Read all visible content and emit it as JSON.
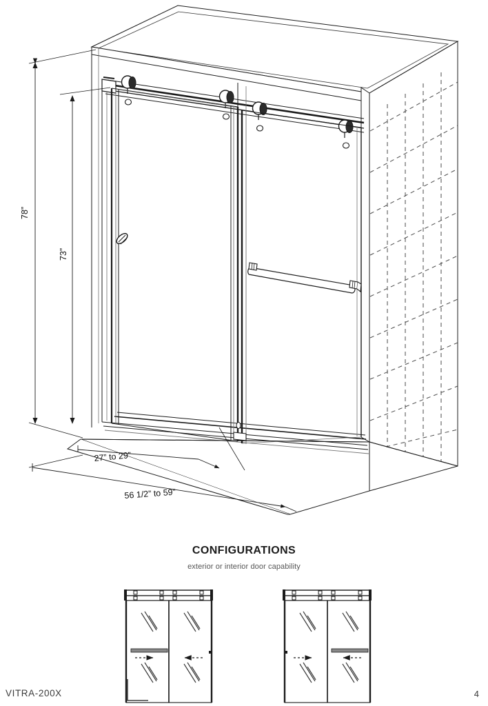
{
  "document": {
    "model": "VITRA-200X",
    "page_number": "4"
  },
  "drawing": {
    "name": "sliding-shower-door-enclosure-perspective",
    "dimensions": {
      "overall_height": "78”",
      "glass_height": "73”",
      "door_panel_width": "27” to 29”",
      "opening_width": "56 1/2” to 59”"
    },
    "components": {
      "top_rail": "top-sliding-rail",
      "roller_count": 4,
      "left_door_handle": "vertical-knob-handle",
      "right_door_handle": "horizontal-towel-bar-handle",
      "right_wall": "tiled-wall",
      "base": "threshold-base"
    }
  },
  "configurations": {
    "title": "CONFIGURATIONS",
    "subtitle": "exterior or interior door capability",
    "options": [
      {
        "name": "exterior-door-configuration",
        "handle_panel": "left",
        "left_arrow_direction": "right",
        "right_arrow_direction": "left"
      },
      {
        "name": "interior-door-configuration",
        "handle_panel": "right",
        "left_arrow_direction": "right",
        "right_arrow_direction": "left"
      }
    ]
  },
  "colors": {
    "line": "#1a1a1a",
    "light_line": "#6f6f6f",
    "handle_fill": "#8a8a8a",
    "background": "#ffffff",
    "text": "#1b1b1b",
    "subtext": "#555555"
  }
}
